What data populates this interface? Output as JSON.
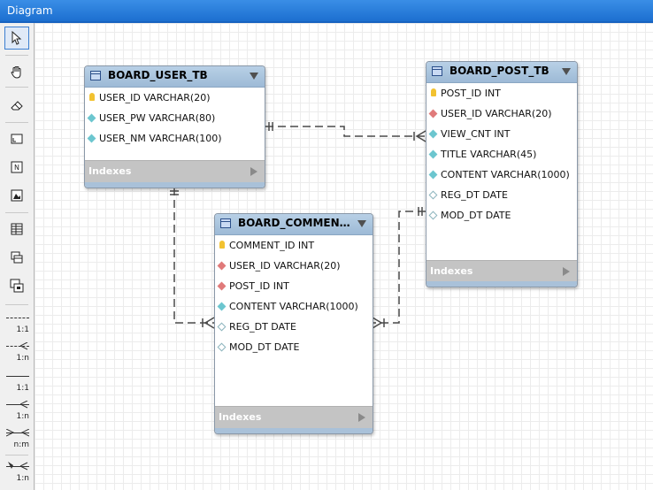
{
  "window": {
    "title": "Diagram"
  },
  "toolbar": {
    "relations": [
      {
        "name": "rel-1-1-nonid",
        "label": "1:1"
      },
      {
        "name": "rel-1-n-nonid",
        "label": "1:n"
      },
      {
        "name": "rel-1-1-id",
        "label": "1:1"
      },
      {
        "name": "rel-1-n-id",
        "label": "1:n"
      },
      {
        "name": "rel-n-m",
        "label": "n:m"
      },
      {
        "name": "rel-1-n-existing",
        "label": "1:n"
      }
    ]
  },
  "tables": {
    "user": {
      "name": "BOARD_USER_TB",
      "columns": [
        {
          "text": "USER_ID VARCHAR(20)",
          "icon": "primary-key-icon"
        },
        {
          "text": "USER_PW VARCHAR(80)",
          "icon": "not-null-column-icon"
        },
        {
          "text": "USER_NM VARCHAR(100)",
          "icon": "not-null-column-icon"
        }
      ],
      "indexes_label": "Indexes"
    },
    "post": {
      "name": "BOARD_POST_TB",
      "columns": [
        {
          "text": "POST_ID INT",
          "icon": "primary-key-icon"
        },
        {
          "text": "USER_ID VARCHAR(20)",
          "icon": "foreign-key-icon"
        },
        {
          "text": "VIEW_CNT INT",
          "icon": "not-null-column-icon"
        },
        {
          "text": "TITLE VARCHAR(45)",
          "icon": "not-null-column-icon"
        },
        {
          "text": "CONTENT VARCHAR(1000)",
          "icon": "not-null-column-icon"
        },
        {
          "text": "REG_DT DATE",
          "icon": "nullable-column-icon"
        },
        {
          "text": "MOD_DT DATE",
          "icon": "nullable-column-icon"
        }
      ],
      "indexes_label": "Indexes"
    },
    "comment": {
      "name": "BOARD_COMMENT...",
      "columns": [
        {
          "text": "COMMENT_ID INT",
          "icon": "primary-key-icon"
        },
        {
          "text": "USER_ID VARCHAR(20)",
          "icon": "foreign-key-icon"
        },
        {
          "text": "POST_ID INT",
          "icon": "foreign-key-icon"
        },
        {
          "text": "CONTENT VARCHAR(1000)",
          "icon": "not-null-column-icon"
        },
        {
          "text": "REG_DT DATE",
          "icon": "nullable-column-icon"
        },
        {
          "text": "MOD_DT DATE",
          "icon": "nullable-column-icon"
        }
      ],
      "indexes_label": "Indexes"
    }
  }
}
